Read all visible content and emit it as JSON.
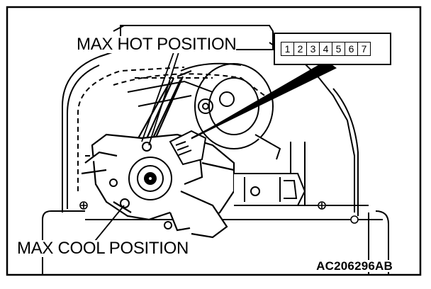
{
  "labels": {
    "max_hot": "MAX HOT POSITION",
    "max_cool": "MAX COOL POSITION"
  },
  "connector": {
    "pins": [
      "1",
      "2",
      "3",
      "4",
      "5",
      "6",
      "7"
    ]
  },
  "figure_id": "AC206296AB",
  "colors": {
    "line": "#000000",
    "background": "#ffffff"
  }
}
